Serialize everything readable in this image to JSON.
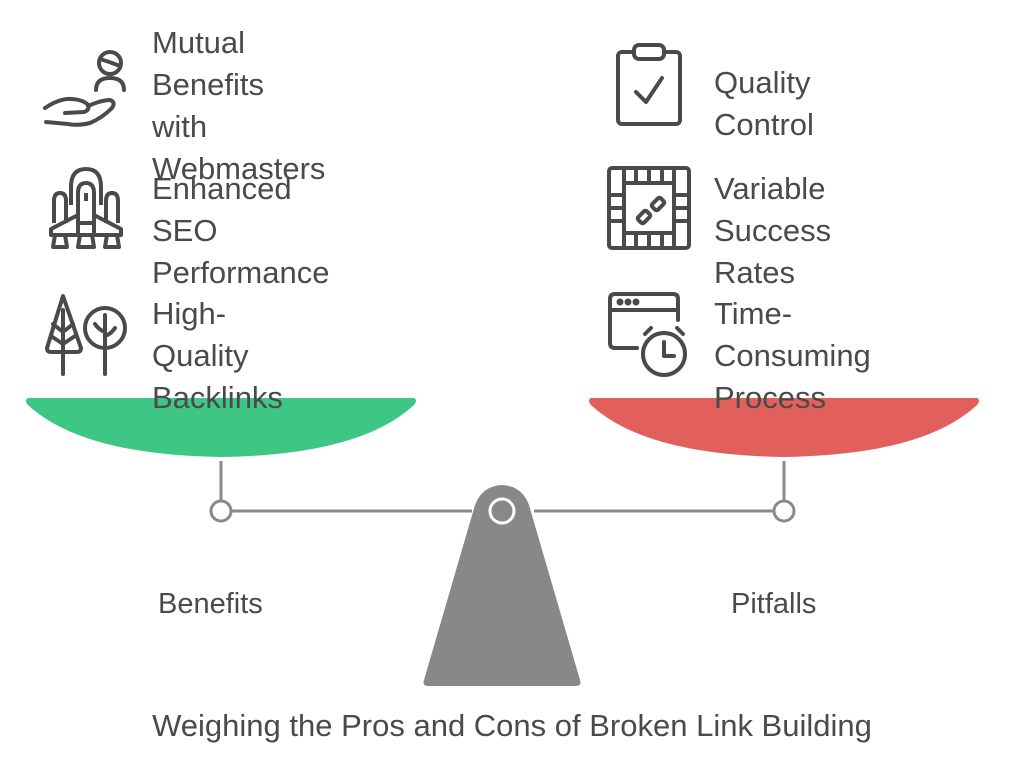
{
  "title": "Weighing the Pros and Cons of Broken Link Building",
  "colors": {
    "benefits_pan": "#3ec685",
    "pitfalls_pan": "#e2605b",
    "fulcrum": "#888888",
    "beam": "#8a8a8a",
    "text": "#4a4a4a",
    "icon": "#4a4a4a"
  },
  "benefits": {
    "label": "Benefits",
    "items": [
      {
        "label": "Mutual Benefits\nwith\nWebmasters",
        "icon": "hand-person-icon"
      },
      {
        "label": "Enhanced SEO\nPerformance",
        "icon": "space-shuttle-icon"
      },
      {
        "label": "High-Quality\nBacklinks",
        "icon": "trees-icon"
      }
    ]
  },
  "pitfalls": {
    "label": "Pitfalls",
    "items": [
      {
        "label": "Quality Control",
        "icon": "clipboard-check-icon"
      },
      {
        "label": "Variable\nSuccess Rates",
        "icon": "board-game-dice-icon"
      },
      {
        "label": "Time-Consuming\nProcess",
        "icon": "browser-clock-icon"
      }
    ]
  }
}
